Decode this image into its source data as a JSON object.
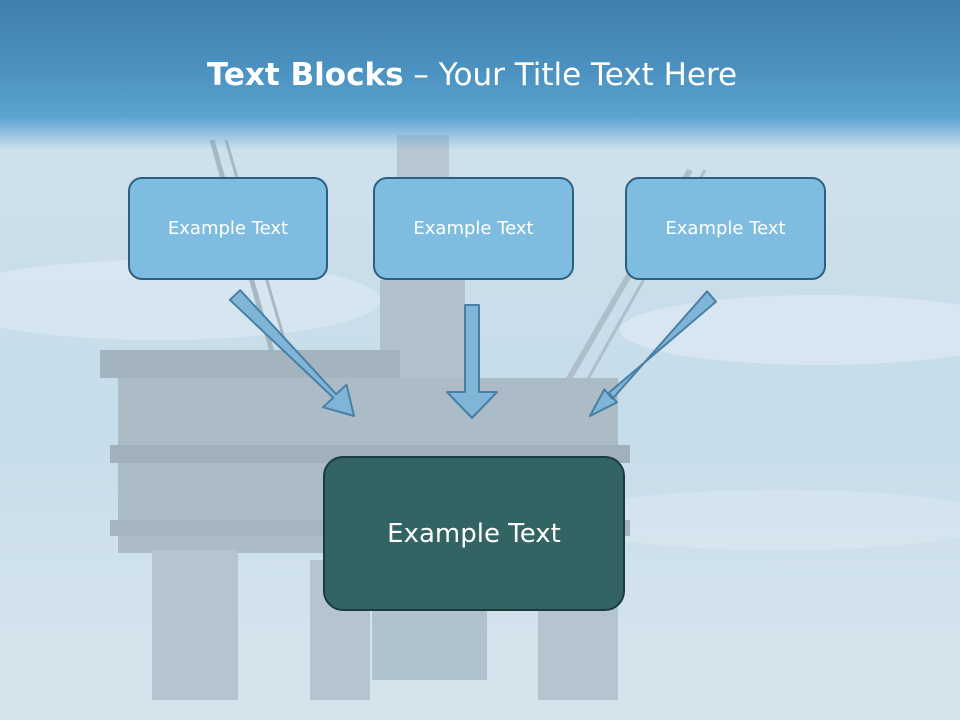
{
  "slide": {
    "title_bold": "Text Blocks",
    "title_dash": " – ",
    "title_rest": "Your Title Text Here"
  },
  "blocks": [
    {
      "label": "Example Text"
    },
    {
      "label": "Example Text"
    },
    {
      "label": "Example Text"
    }
  ],
  "target": {
    "label": "Example Text"
  },
  "colors": {
    "header": "#4b91bf",
    "block_fill": "#7fbde0",
    "block_border": "#2e5f80",
    "target_fill": "#336464",
    "arrow_fill": "#7fb6d8",
    "arrow_stroke": "#4a7fa5"
  }
}
